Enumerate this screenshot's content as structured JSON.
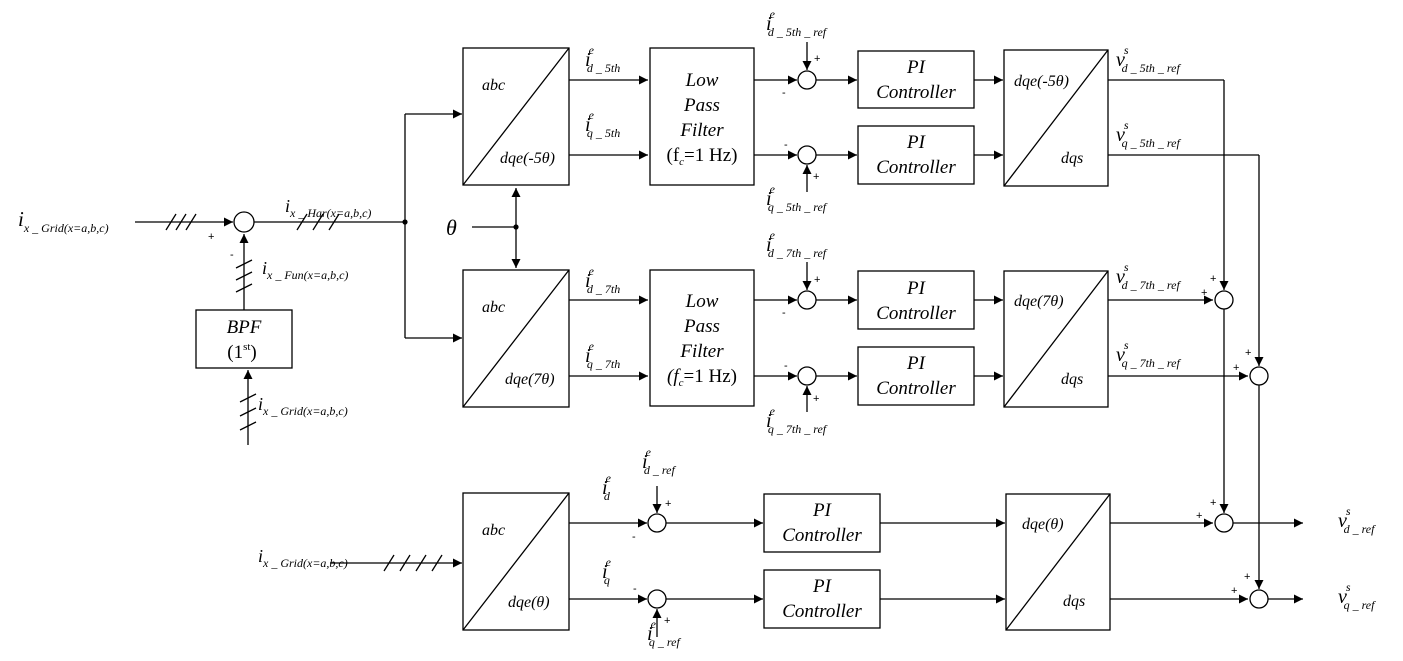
{
  "signals": {
    "i_grid_main": {
      "base": "i",
      "sub": "x _ Grid(x=a,b,c)"
    },
    "i_har": {
      "base": "i",
      "sub": "x _ Har(x=a,b,c)"
    },
    "i_fun": {
      "base": "i",
      "sub": "x _ Fun(x=a,b,c)"
    },
    "i_grid_bpf": {
      "base": "i",
      "sub": "x _ Grid(x=a,b,c)"
    },
    "i_grid_fund": {
      "base": "i",
      "sub": "x _ Grid(x=a,b,c)"
    },
    "theta": "θ",
    "id5": {
      "base": "i",
      "sup": "e",
      "sub": "d _ 5th"
    },
    "iq5": {
      "base": "i",
      "sup": "e",
      "sub": "q _ 5th"
    },
    "id7": {
      "base": "i",
      "sup": "e",
      "sub": "d _ 7th"
    },
    "iq7": {
      "base": "i",
      "sup": "e",
      "sub": "q _ 7th"
    },
    "id5ref": {
      "base": "i",
      "sup": "e",
      "sub": "d _ 5th _ ref"
    },
    "iq5ref": {
      "base": "i",
      "sup": "e",
      "sub": "q _ 5th _ ref"
    },
    "id7ref": {
      "base": "i",
      "sup": "e",
      "sub": "d _ 7th _ ref"
    },
    "iq7ref": {
      "base": "i",
      "sup": "e",
      "sub": "q _ 7th _ ref"
    },
    "id": {
      "base": "i",
      "sup": "e",
      "sub": "d"
    },
    "iq": {
      "base": "i",
      "sup": "e",
      "sub": "q"
    },
    "idref": {
      "base": "i",
      "sup": "e",
      "sub": "d _ ref"
    },
    "iqref": {
      "base": "i",
      "sup": "e",
      "sub": "q _ ref"
    },
    "vd5": {
      "base": "v",
      "sup": "s",
      "sub": "d _ 5th _ ref"
    },
    "vq5": {
      "base": "v",
      "sup": "s",
      "sub": "q _ 5th _ ref"
    },
    "vd7": {
      "base": "v",
      "sup": "s",
      "sub": "d _ 7th _ ref"
    },
    "vq7": {
      "base": "v",
      "sup": "s",
      "sub": "q _ 7th _ ref"
    },
    "vdref": {
      "base": "v",
      "sup": "s",
      "sub": "d _ ref"
    },
    "vqref": {
      "base": "v",
      "sup": "s",
      "sub": "q _ ref"
    }
  },
  "blocks": {
    "bpf": {
      "line1": "BPF",
      "line2": "(1",
      "sup": "st",
      "close": ")"
    },
    "t5": {
      "top": "abc",
      "bottom": "dqe(-5θ)"
    },
    "t7": {
      "top": "abc",
      "bottom": "dqe(7θ)"
    },
    "t1": {
      "top": "abc",
      "bottom": "dqe(θ)"
    },
    "inv5": {
      "top": "dqe(-5θ)",
      "bottom": "dqs"
    },
    "inv7": {
      "top": "dqe(7θ)",
      "bottom": "dqs"
    },
    "inv1": {
      "top": "dqe(θ)",
      "bottom": "dqs"
    },
    "lpf5": {
      "l1": "Low",
      "l2": "Pass",
      "l3": "Filter",
      "l4": "(f",
      "l4sub": "c",
      "l4end": "=1 Hz)"
    },
    "lpf7": {
      "l1": "Low",
      "l2": "Pass",
      "l3": "Filter",
      "l4": "(f",
      "l4sub": "c",
      "l4end": "=1 Hz)"
    },
    "pi": {
      "l1": "PI",
      "l2": "Controller"
    }
  },
  "signs": {
    "plus": "+",
    "minus": "-"
  }
}
